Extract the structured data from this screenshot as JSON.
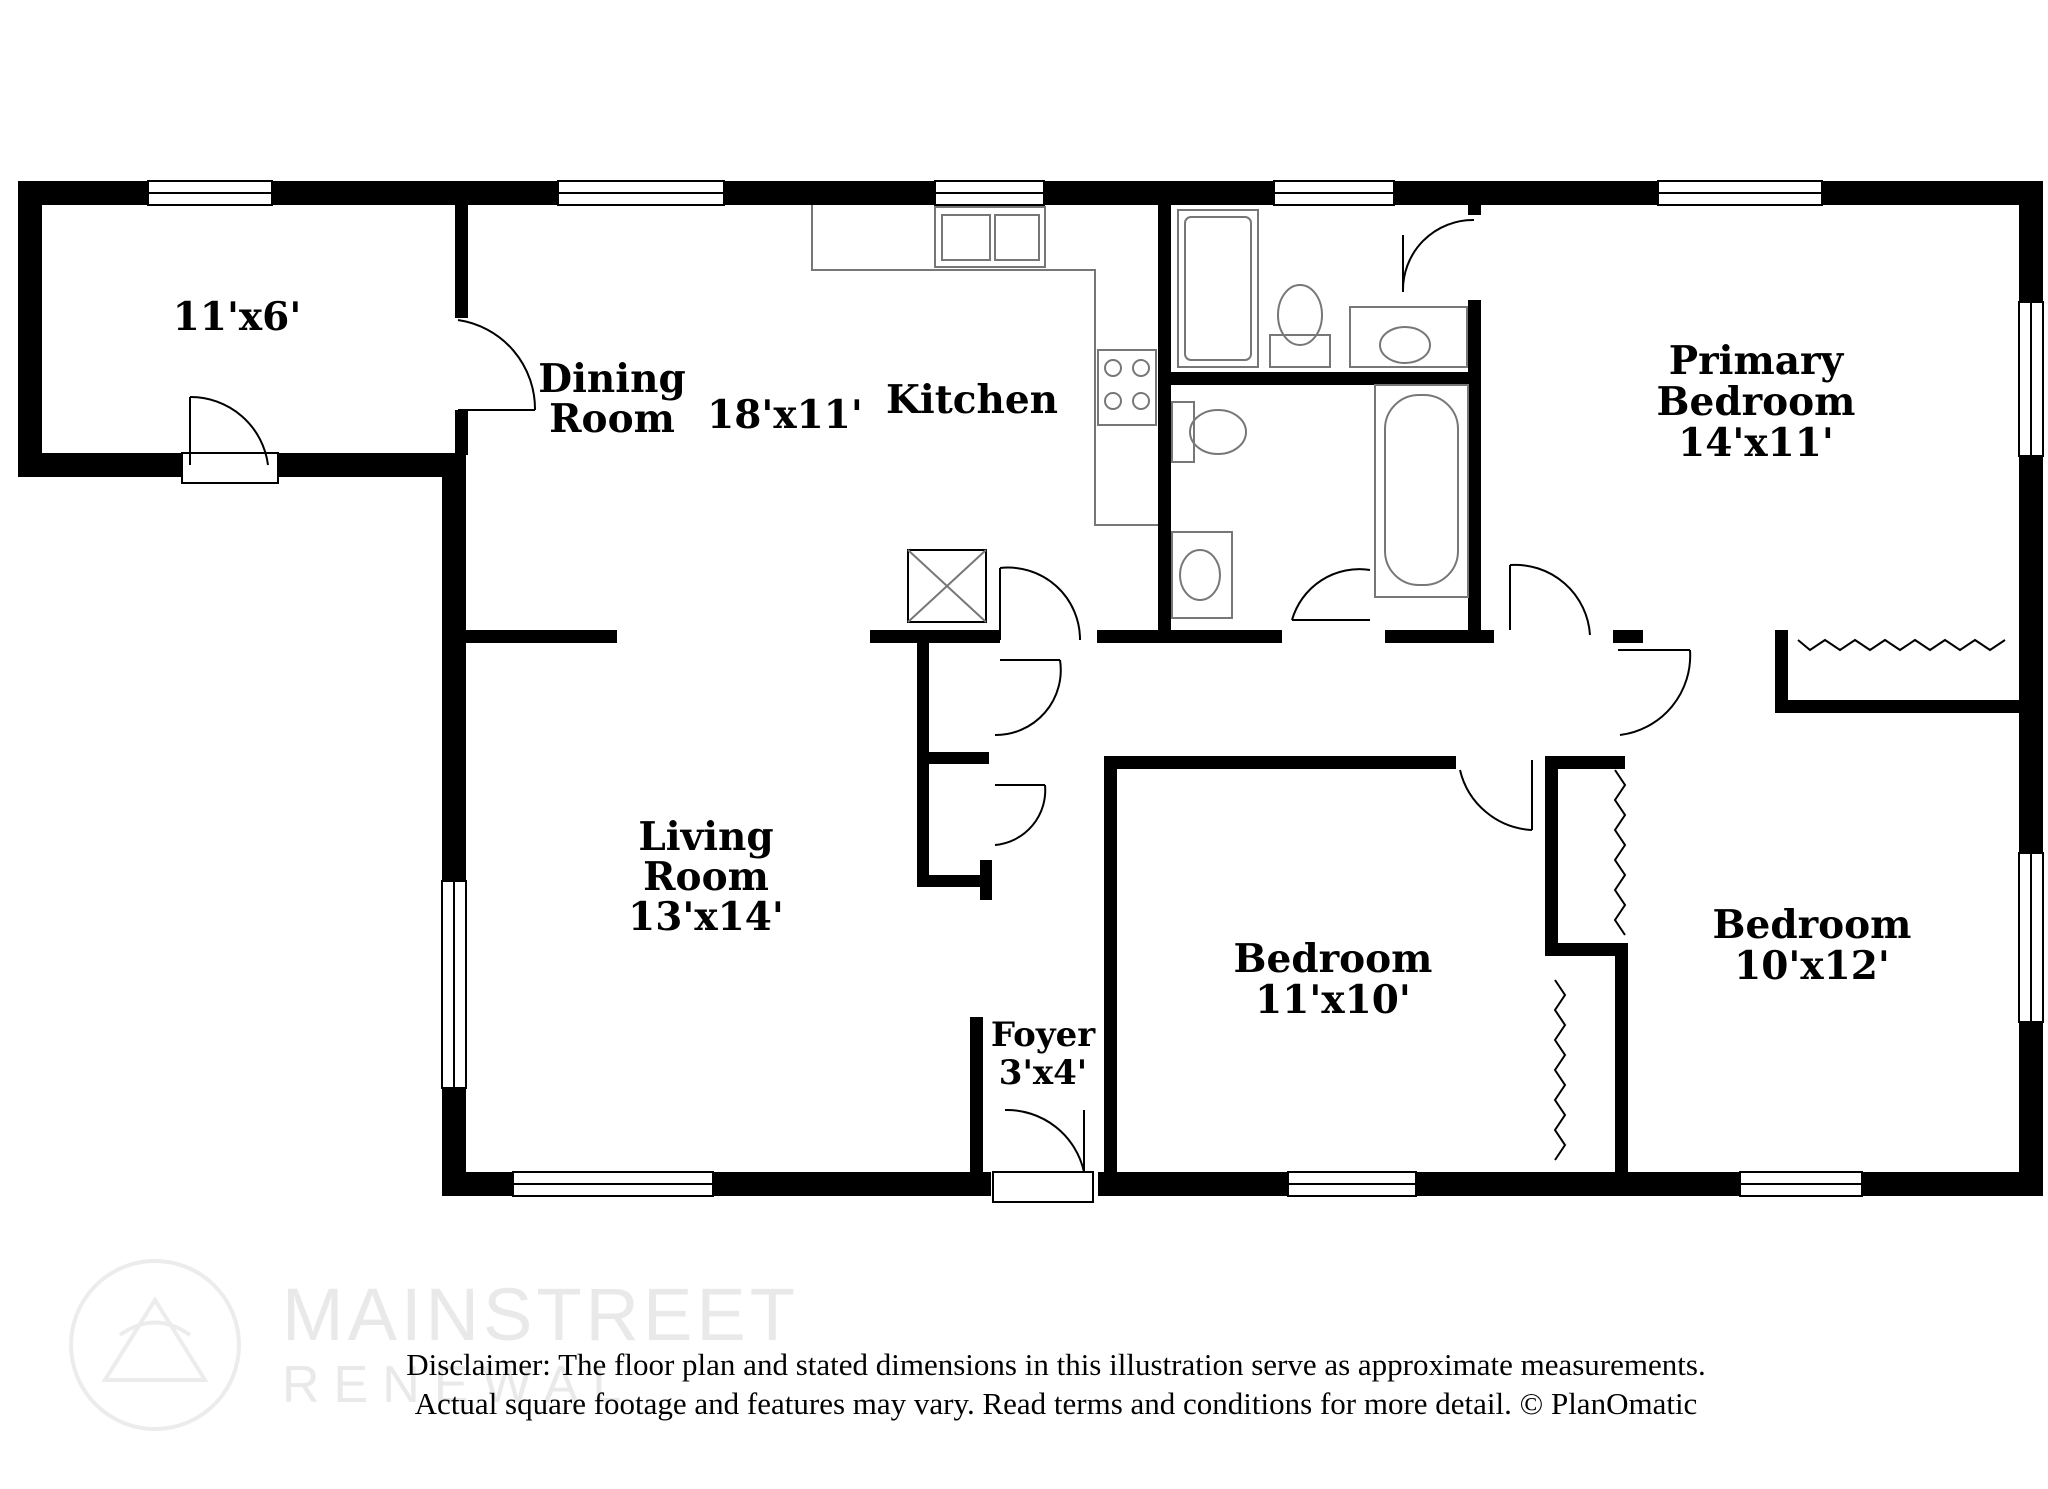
{
  "rooms": [
    {
      "id": "storage",
      "lines": [
        "11'x6'"
      ]
    },
    {
      "id": "dining-room",
      "lines": [
        "Dining",
        "Room"
      ]
    },
    {
      "id": "kitchen-dimension",
      "lines": [
        "18'x11'"
      ]
    },
    {
      "id": "kitchen",
      "lines": [
        "Kitchen"
      ]
    },
    {
      "id": "primary-bedroom",
      "lines": [
        "Primary",
        "Bedroom",
        "14'x11'"
      ]
    },
    {
      "id": "living-room",
      "lines": [
        "Living",
        "Room",
        "13'x14'"
      ]
    },
    {
      "id": "foyer",
      "lines": [
        "Foyer",
        "3'x4'"
      ]
    },
    {
      "id": "bedroom-2",
      "lines": [
        "Bedroom",
        "11'x10'"
      ]
    },
    {
      "id": "bedroom-3",
      "lines": [
        "Bedroom",
        "10'x12'"
      ]
    }
  ],
  "disclaimer": {
    "line1": "Disclaimer: The floor plan and stated dimensions in this illustration serve as approximate measurements.",
    "line2": "Actual square footage and features may vary. Read terms and conditions for more detail. © PlanOmatic"
  },
  "watermark": {
    "brand_line1": "MAINSTREET",
    "brand_line2": "RENEWAL"
  },
  "colors": {
    "wall": "#000000",
    "fixture_line": "#777777",
    "watermark": "#e9e9e9",
    "background": "#ffffff"
  }
}
